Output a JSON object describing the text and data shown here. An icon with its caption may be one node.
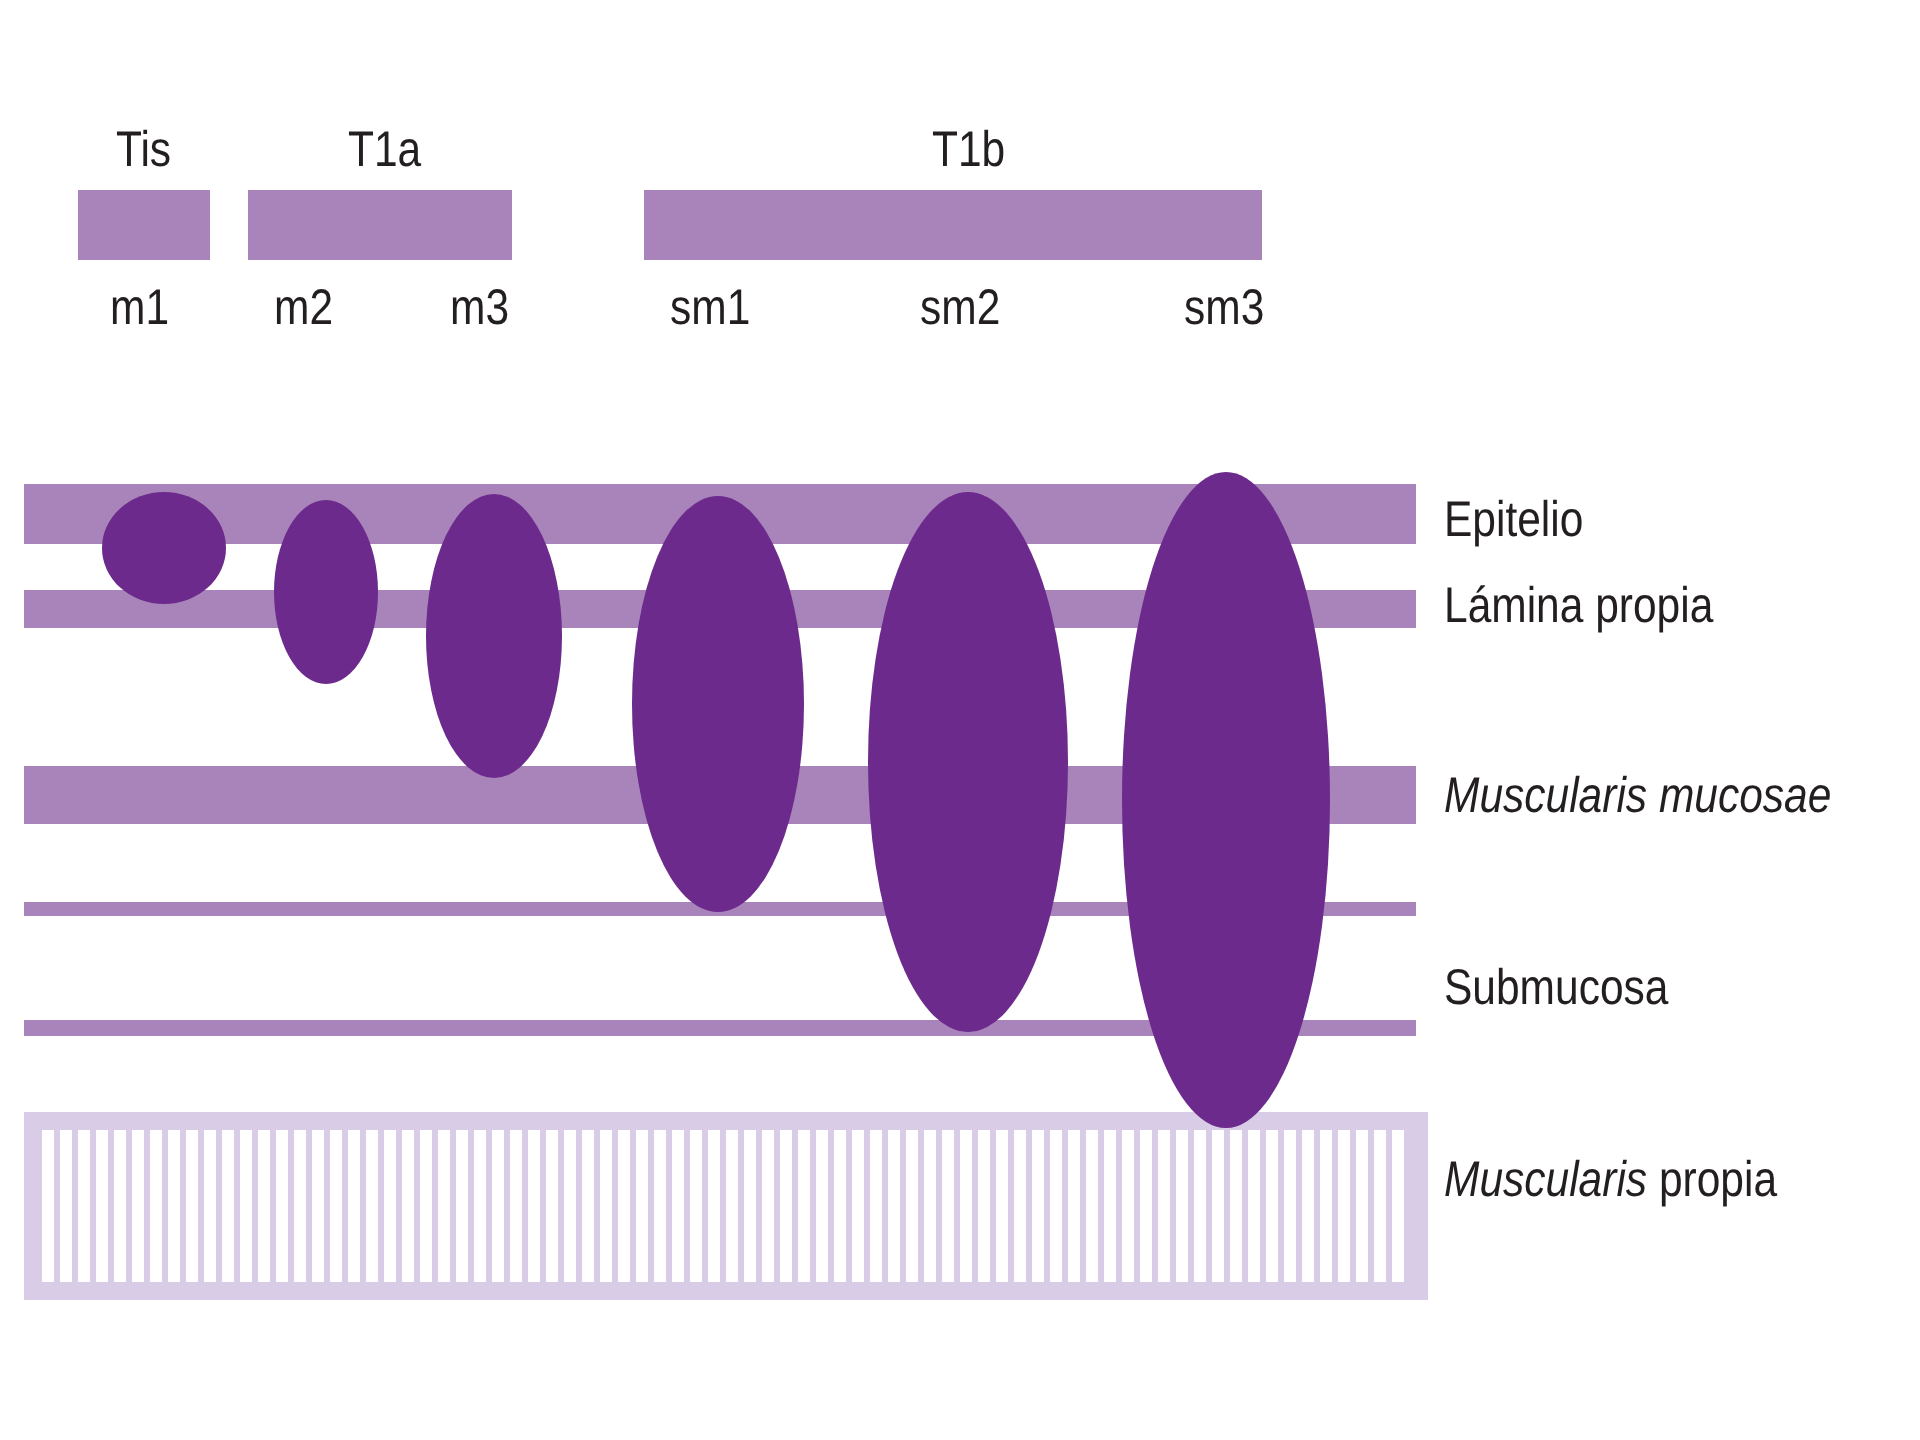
{
  "diagram": {
    "nodes": [
      {
        "text": [
          "Tis"
        ],
        "beside": [
          "m1"
        ]
      },
      {
        "text": [
          "T1a"
        ],
        "beside": [
          "m2",
          "m3"
        ]
      },
      {
        "text": [
          "T1b"
        ],
        "beside": [
          "sm1",
          "sm2",
          "sm3"
        ]
      }
    ],
    "labels": [
      "Epitelio",
      "Lámina propia",
      "Muscularis mucosae",
      "Submucosa",
      "*Muscularis* propia"
    ]
  }
}
